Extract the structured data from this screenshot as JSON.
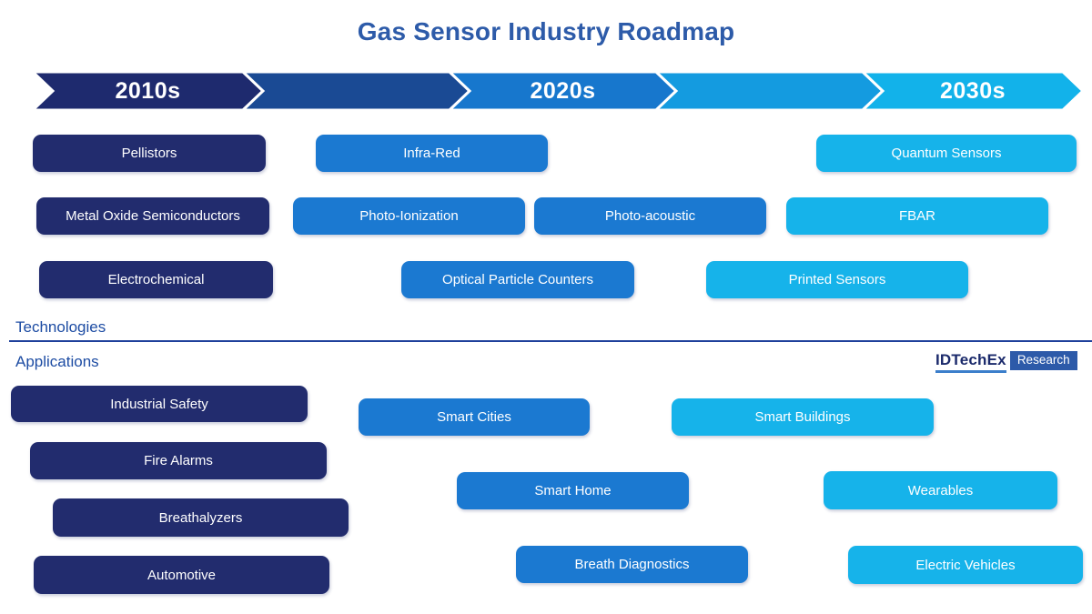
{
  "title": "Gas Sensor Industry Roadmap",
  "colors": {
    "title": "#2d5ba9",
    "navy_box": "#222c6e",
    "blue_box": "#1b79d1",
    "cyan_box": "#16b3ea",
    "section_label": "#1d4ca3",
    "divider": "#1e409b",
    "timeline": [
      "#1e2a6e",
      "#1a4a94",
      "#1777cd",
      "#149be0",
      "#12b2ea"
    ],
    "logo_tag_bg": "#2d5aa9",
    "logo_underline": "#3b7ecb"
  },
  "timeline": {
    "eras": [
      {
        "label": "2010s"
      },
      {
        "label": "2020s"
      },
      {
        "label": "2030s"
      }
    ]
  },
  "sections": {
    "technologies_label": "Technologies",
    "applications_label": "Applications"
  },
  "technologies": {
    "items": [
      {
        "label": "Pellistors",
        "color": "navy"
      },
      {
        "label": "Infra-Red",
        "color": "blue"
      },
      {
        "label": "Quantum Sensors",
        "color": "cyan"
      },
      {
        "label": "Metal Oxide Semiconductors",
        "color": "navy"
      },
      {
        "label": "Photo-Ionization",
        "color": "blue"
      },
      {
        "label": "Photo-acoustic",
        "color": "blue"
      },
      {
        "label": "FBAR",
        "color": "cyan"
      },
      {
        "label": "Electrochemical",
        "color": "navy"
      },
      {
        "label": "Optical Particle Counters",
        "color": "blue"
      },
      {
        "label": "Printed Sensors",
        "color": "cyan"
      }
    ]
  },
  "applications": {
    "items": [
      {
        "label": "Industrial Safety",
        "color": "navy"
      },
      {
        "label": "Smart Cities",
        "color": "blue"
      },
      {
        "label": "Smart Buildings",
        "color": "cyan"
      },
      {
        "label": "Fire Alarms",
        "color": "navy"
      },
      {
        "label": "Smart Home",
        "color": "blue"
      },
      {
        "label": "Wearables",
        "color": "cyan"
      },
      {
        "label": "Breathalyzers",
        "color": "navy"
      },
      {
        "label": "Breath Diagnostics",
        "color": "blue"
      },
      {
        "label": "Electric Vehicles",
        "color": "cyan"
      },
      {
        "label": "Automotive",
        "color": "navy"
      }
    ]
  },
  "logo": {
    "brand": "IDTechEx",
    "tag": "Research"
  }
}
